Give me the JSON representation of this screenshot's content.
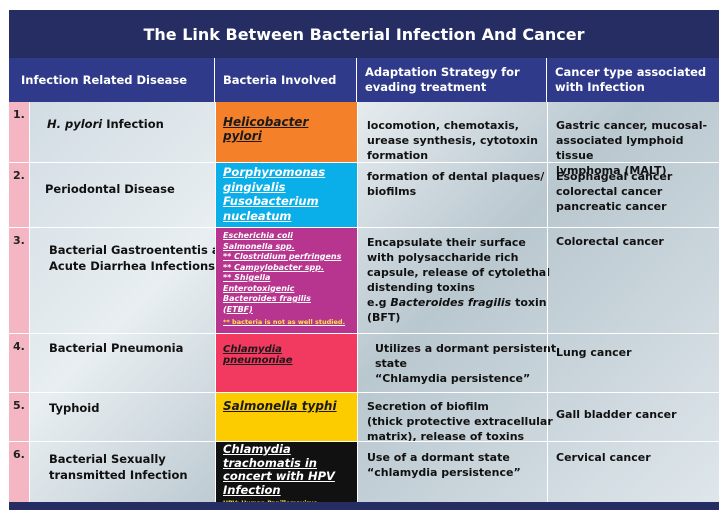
{
  "title": "The Link Between Bacterial Infection And Cancer",
  "headers": {
    "disease": "Infection Related Disease",
    "bacteria": "Bacteria Involved",
    "strategy_l1": "Adaptation Strategy for",
    "strategy_l2": "evading treatment",
    "cancer_l1": "Cancer type associated",
    "cancer_l2": "with Infection"
  },
  "rows": [
    {
      "num": "1.",
      "disease_italic": "H. pylori",
      "disease": " Infection",
      "bacteria": [
        "Helicobacter pylori"
      ],
      "strategy": [
        "locomotion, chemotaxis,",
        "urease synthesis, cytotoxin",
        "formation"
      ],
      "cancer": [
        "Gastric cancer, mucosal-",
        "associated lymphoid tissue",
        "lymphoma (MALT)"
      ]
    },
    {
      "num": "2.",
      "disease": "Periodontal Disease",
      "bacteria": [
        "Porphyromonas",
        "gingivalis",
        "Fusobacterium",
        "nucleatum"
      ],
      "strategy": [
        "formation of dental plaques/",
        "biofilms"
      ],
      "cancer": [
        "Esophageal cancer",
        "colorectal cancer",
        "pancreatic cancer"
      ]
    },
    {
      "num": "3.",
      "disease": [
        "Bacterial Gastroententis and",
        "Acute Diarrhea Infections"
      ],
      "bacteria": [
        "Escherichia coli",
        "Salmonella spp.",
        "** Clostridium perfringens",
        "** Campylobacter spp.",
        "** Shigella",
        "Enterotoxigenic",
        "Bacteroides fragilis",
        "(ETBF)"
      ],
      "bacteria_note": "** bacteria is not as well studied.",
      "strategy": [
        "Encapsulate their surface",
        "with polysaccharide rich",
        "capsule, release of cytolethal",
        "distending toxins"
      ],
      "strategy_eg": "e.g ",
      "strategy_eg_italic": "Bacteroides fragilis",
      "strategy_eg_rest": " toxin",
      "strategy_last": "(BFT)",
      "cancer": [
        "Colorectal cancer"
      ]
    },
    {
      "num": "4.",
      "disease": "Bacterial Pneumonia",
      "bacteria": [
        "Chlamydia pneumoniae"
      ],
      "strategy": [
        "Utilizes a dormant persistent",
        "state",
        "“Chlamydia persistence”"
      ],
      "cancer": [
        "Lung cancer"
      ]
    },
    {
      "num": "5.",
      "disease": "Typhoid",
      "bacteria": [
        "Salmonella typhi"
      ],
      "strategy": [
        "Secretion of biofilm",
        "(thick protective extracellular",
        "matrix), release of toxins"
      ],
      "cancer": [
        "Gall bladder cancer"
      ]
    },
    {
      "num": "6.",
      "disease": [
        "Bacterial Sexually",
        "transmitted Infection"
      ],
      "bacteria": [
        "Chlamydia",
        "trachomatis in",
        "concert with HPV",
        "Infection"
      ],
      "bacteria_note": "HPV: Human Papillomavirus",
      "strategy": [
        "Use of a dormant state",
        "“chlamydia persistence”"
      ],
      "cancer": [
        "Cervical cancer"
      ]
    }
  ],
  "colors": {
    "title_bg": "#262d63",
    "header_bg": "#2f3a8a",
    "num_bg": "#f4b6c3",
    "row1_bact": "#f5802a",
    "row2_bact": "#0aaee8",
    "row3_bact": "#b7358f",
    "row4_bact": "#f2395f",
    "row5_bact": "#fccc00",
    "row6_bact": "#111111"
  }
}
